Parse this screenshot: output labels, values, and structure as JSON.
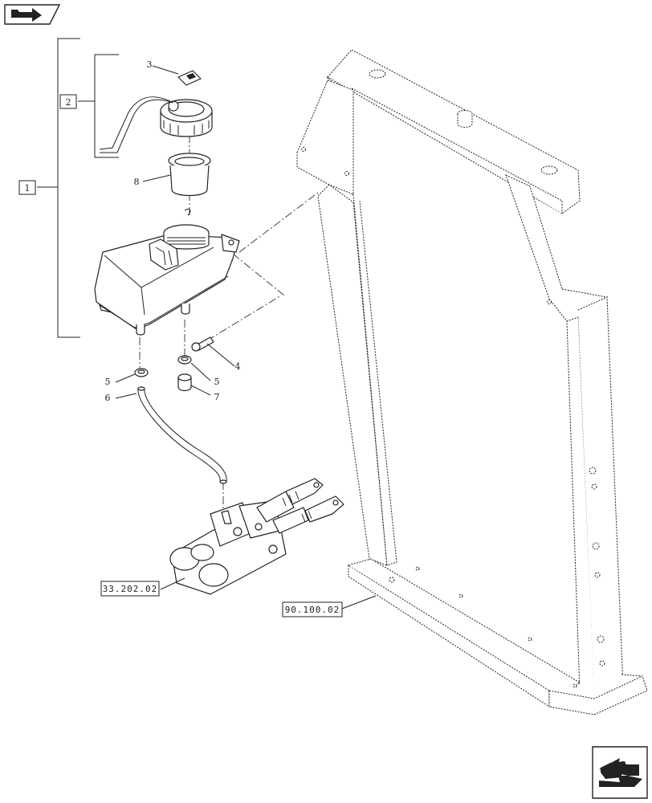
{
  "callouts": {
    "c1": "1",
    "c2": "2",
    "c3": "3",
    "c4": "4",
    "c5a": "5",
    "c5b": "5",
    "c6": "6",
    "c7": "7",
    "c8": "8"
  },
  "references": {
    "pump_ref": "33.202.02",
    "frame_ref": "90.100.02"
  },
  "icons": {
    "top_left": "prev-page-arrow-icon",
    "bottom_right": "next-page-arrow-icon"
  }
}
